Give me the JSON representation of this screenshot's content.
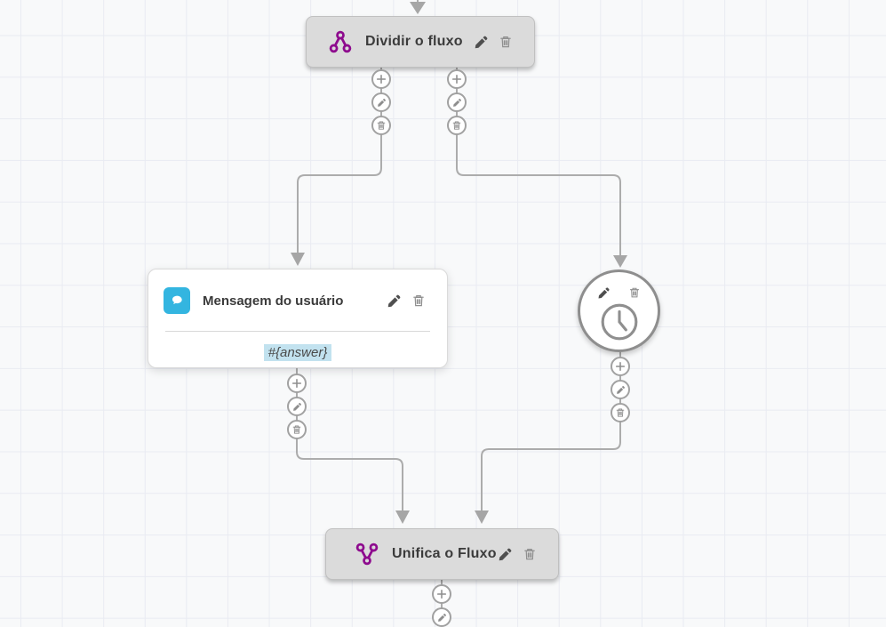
{
  "canvas": {
    "description": "chatbot flow builder canvas",
    "colors": {
      "background": "#f8f9fa",
      "grid_line": "#e9ebf2",
      "connector": "#acacac",
      "node_gray_fill": "#dbdbdb",
      "node_gray_border": "#c0c0c0",
      "accent_purple": "#8e0b8e",
      "accent_blue": "#33b5e0",
      "variable_highlight": "#c2e2ef",
      "title_text": "#3b3b3b"
    }
  },
  "nodes": {
    "split": {
      "label": "Dividir o fluxo",
      "icon": "split-flow-icon"
    },
    "user_message": {
      "label": "Mensagem do usuário",
      "body_text": "#{answer}",
      "icon": "chat-bubble-icon"
    },
    "timer": {
      "icon": "clock-icon"
    },
    "merge": {
      "label": "Unifica o Fluxo",
      "icon": "merge-flow-icon"
    }
  },
  "connector_tools": {
    "add": "plus-icon",
    "edit": "pencil-icon",
    "delete": "trash-icon"
  }
}
